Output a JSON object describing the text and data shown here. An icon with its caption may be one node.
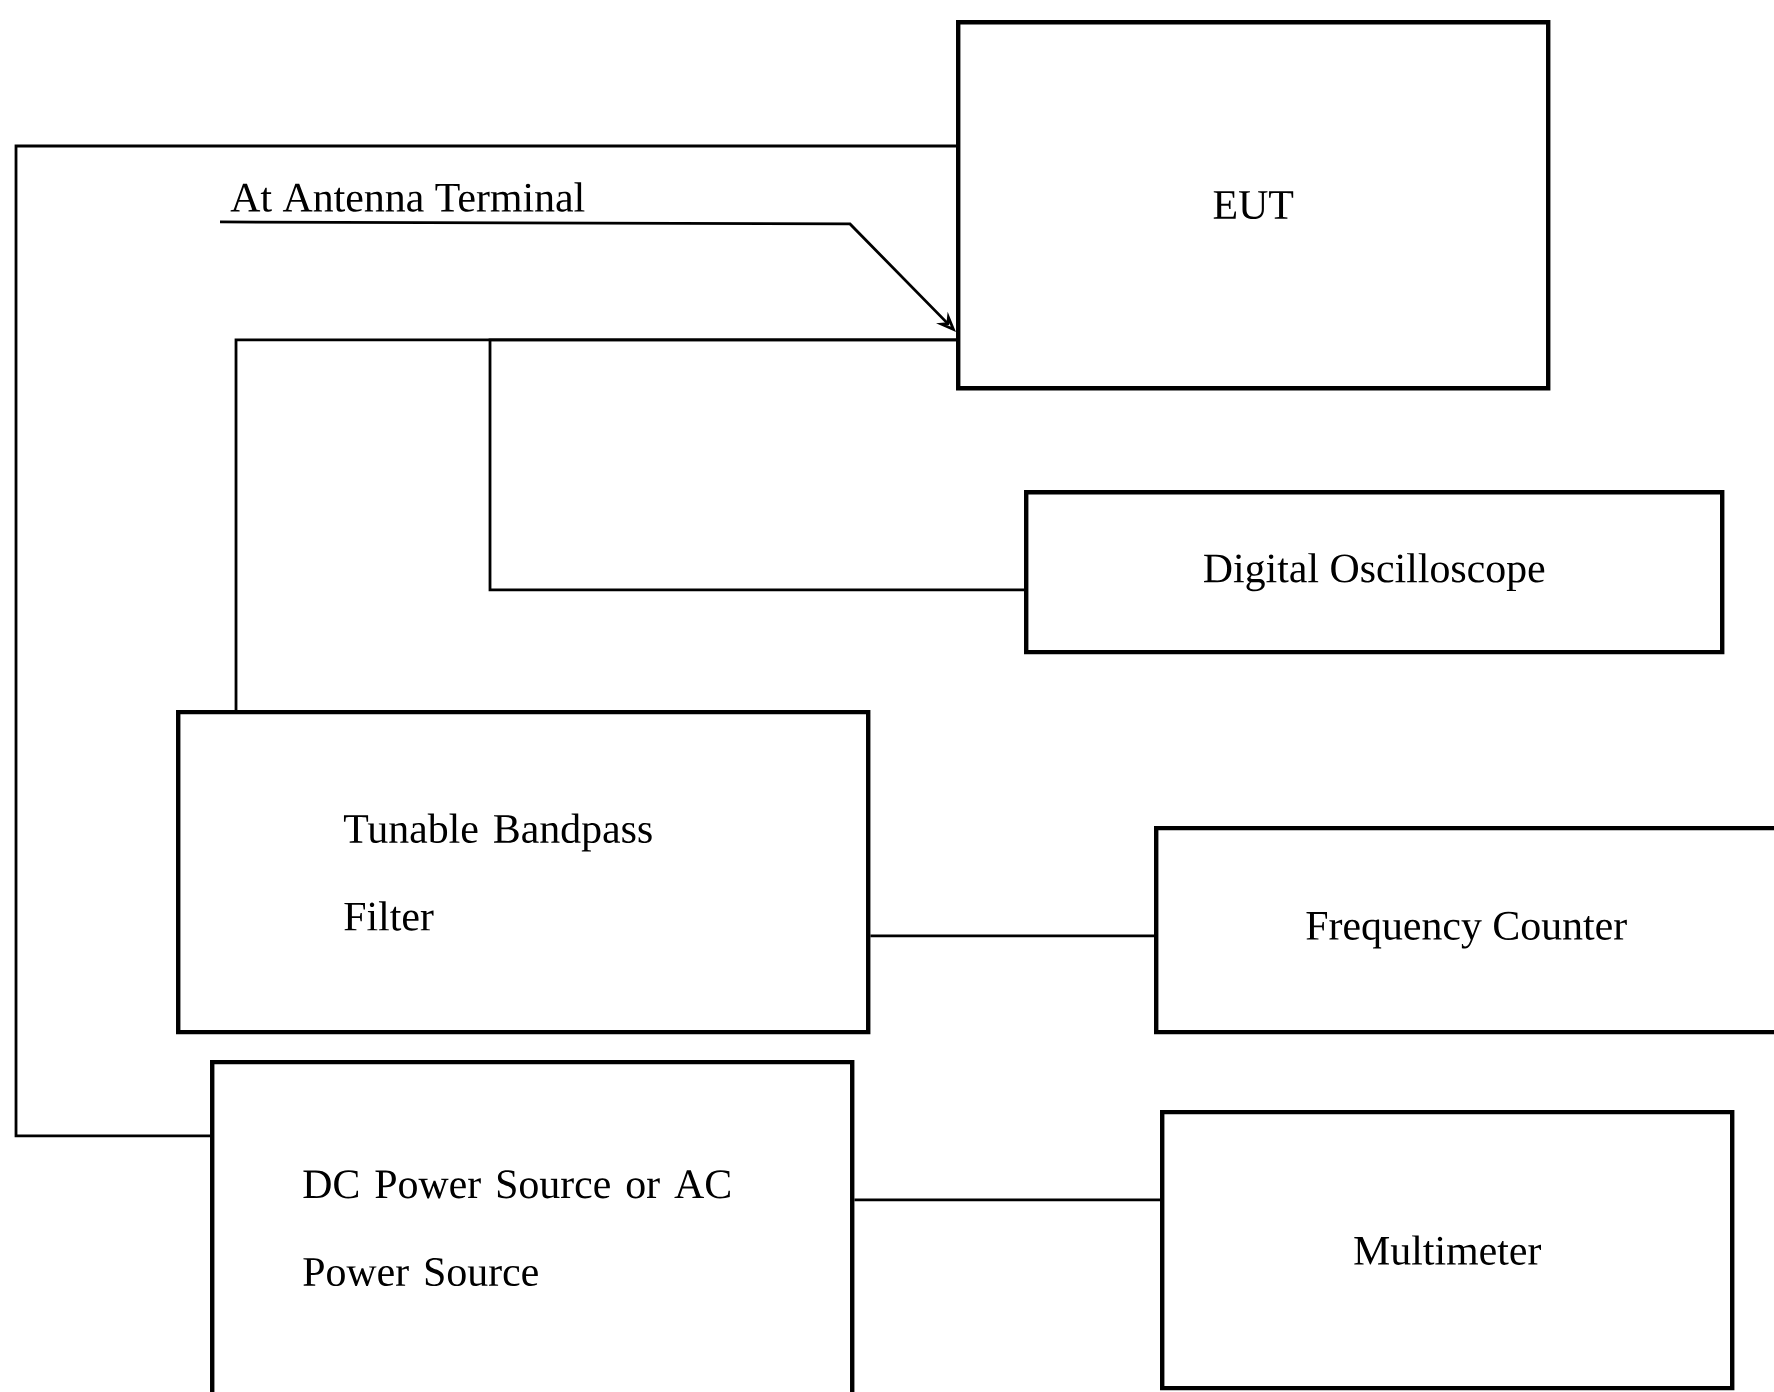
{
  "diagram": {
    "nodes": [
      {
        "text": [
          "EUT"
        ]
      },
      {
        "text": [
          "Digital Oscilloscope"
        ]
      },
      {
        "text": [
          "Tunable Bandpass Filter"
        ]
      },
      {
        "text": [
          "Frequency Counter"
        ]
      },
      {
        "text": [
          "DC Power Source or AC Power Source"
        ]
      },
      {
        "text": [
          "Multimeter"
        ]
      },
      {
        "text": [
          "At Antenna Terminal"
        ]
      }
    ],
    "edges": [
      {
        "from": 0,
        "to": 4,
        "arrow": "none"
      },
      {
        "from": 2,
        "to": 0,
        "arrow": "none"
      },
      {
        "from": 1,
        "to": 0,
        "arrow": "none"
      },
      {
        "from": 2,
        "to": 3,
        "arrow": "none"
      },
      {
        "from": 4,
        "to": 5,
        "arrow": "none"
      },
      {
        "from": 6,
        "to": 0,
        "arrow": "to"
      }
    ]
  }
}
